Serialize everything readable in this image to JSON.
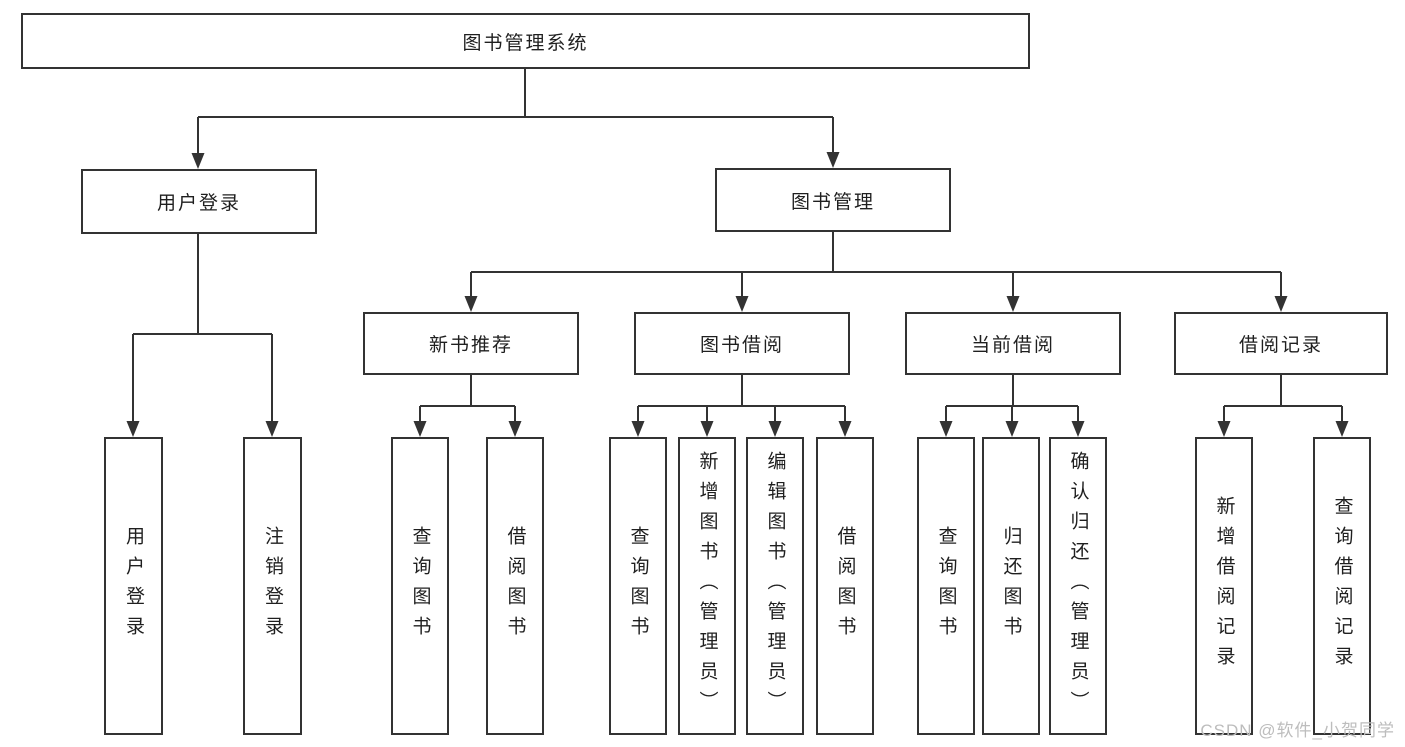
{
  "diagram": {
    "watermark": "CSDN @软件_小贺同学",
    "colors": {
      "line": "#333333",
      "box_border": "#333333",
      "text": "#1f1f1f",
      "watermark": "#bdbdbd",
      "background": "#ffffff"
    },
    "nodes": {
      "root": "图书管理系统",
      "user_login": "用户登录",
      "book_management": "图书管理",
      "new_book_recommend": "新书推荐",
      "book_borrowing": "图书借阅",
      "current_borrowing": "当前借阅",
      "borrowing_records": "借阅记录",
      "leaf_user_login": "用户登录",
      "leaf_logout_login": "注销登录",
      "leaf_nb_query_book": "查询图书",
      "leaf_nb_borrow_book": "借阅图书",
      "leaf_bb_query_book": "查询图书",
      "leaf_bb_add_book_admin": "新增图书（管理员）",
      "leaf_bb_edit_book_admin": "编辑图书（管理员）",
      "leaf_bb_borrow_book": "借阅图书",
      "leaf_cb_query_book": "查询图书",
      "leaf_cb_return_book": "归还图书",
      "leaf_cb_confirm_return_admin": "确认归还（管理员）",
      "leaf_br_add_record": "新增借阅记录",
      "leaf_br_query_record": "查询借阅记录"
    }
  }
}
